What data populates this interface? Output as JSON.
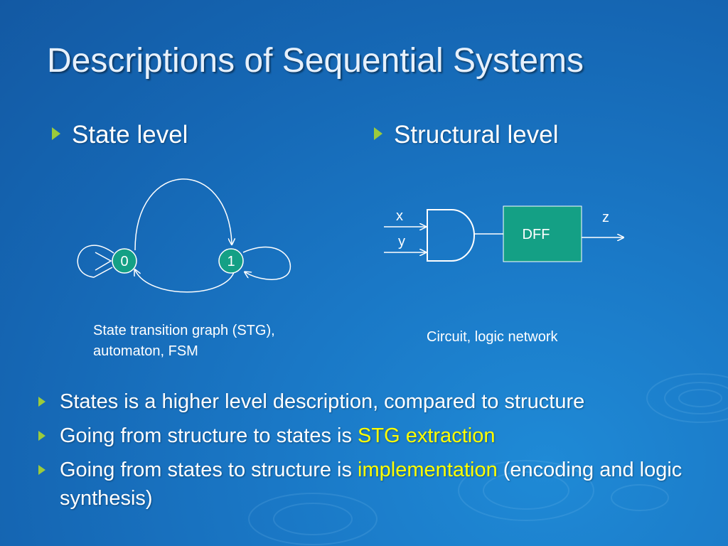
{
  "slide": {
    "title": "Descriptions of Sequential Systems",
    "colors": {
      "background": "#1566b3",
      "bullet": "#9ccb3b",
      "highlight": "#ffff00",
      "node_fill": "#14a085",
      "dff_fill": "#14a085"
    }
  },
  "left": {
    "heading": "State level",
    "stg": {
      "states": [
        "0",
        "1"
      ]
    },
    "caption": [
      "State transition graph (STG),",
      "automaton, FSM"
    ]
  },
  "right": {
    "heading": "Structural level",
    "circuit": {
      "inputs": [
        "x",
        "y"
      ],
      "flipflop": "DFF",
      "output": "z"
    },
    "caption": "Circuit, logic network"
  },
  "bullets": [
    {
      "text": "States is a higher level description, compared to structure"
    },
    {
      "text": "Going from structure to states is ",
      "highlight": "STG extraction"
    },
    {
      "text": "Going from states to structure is ",
      "highlight": "implementation",
      "suffix": " (encoding and logic synthesis)"
    }
  ]
}
